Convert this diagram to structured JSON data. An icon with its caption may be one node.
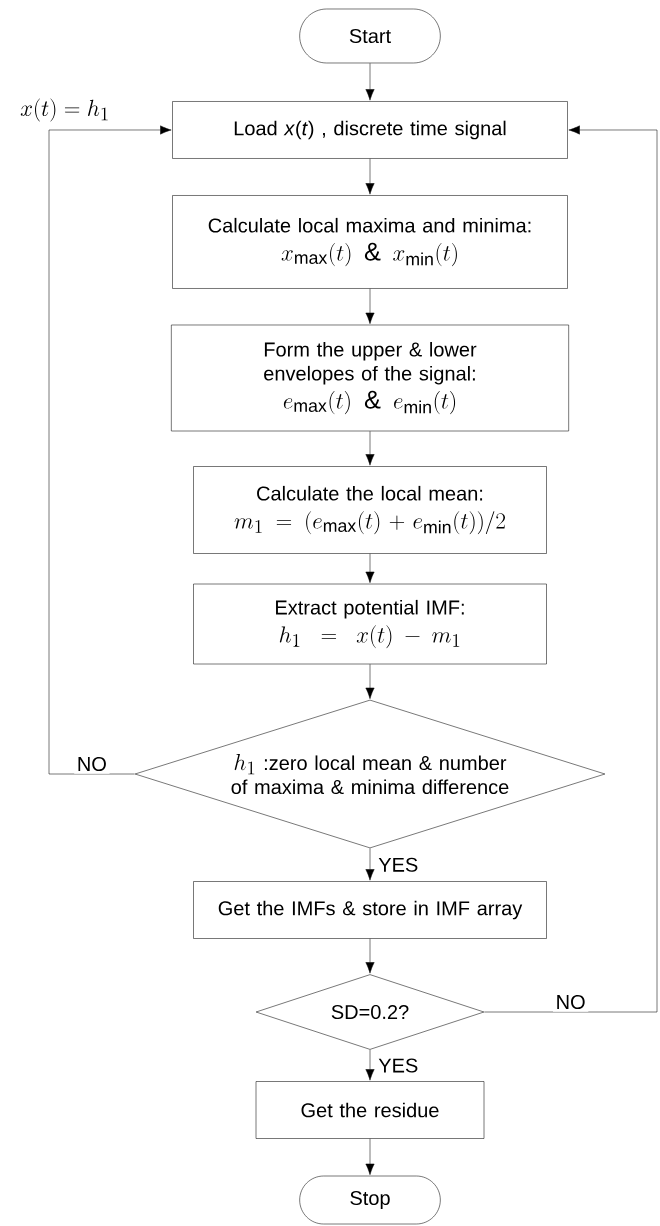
{
  "diagram": {
    "nodes": [
      {
        "text": [
          "Start"
        ]
      },
      {
        "text": [
          "Load *x*(*t*) , discrete time signal"
        ]
      },
      {
        "text": [
          "Calculate local maxima and minima:",
          "x_{\\max}(t) \\mathbin{\\&} x_{\\min}(t)"
        ]
      },
      {
        "text": [
          "Form the upper & lower envelopes of the signal:",
          "e_{\\max}(t) \\mathbin{\\&} e_{\\min}(t)"
        ]
      },
      {
        "text": [
          "Calculate the local mean:",
          "m_1 = (e_{\\max}(t) + e_{\\min}(t))/2"
        ]
      },
      {
        "text": [
          "Extract potential IMF:",
          "h_1 = x(t) - m_1"
        ]
      },
      {
        "text": [
          "h_1",
          ":zero local mean & number of maxima & minima difference"
        ]
      },
      {
        "text": [
          "Get the IMFs & store in IMF array"
        ]
      },
      {
        "text": [
          "SD=0.2?"
        ]
      },
      {
        "text": [
          "Get the residue"
        ]
      },
      {
        "text": [
          "Stop"
        ]
      }
    ],
    "edges": [
      {
        "from": 0,
        "to": 1,
        "arrow": "to"
      },
      {
        "from": 1,
        "to": 2,
        "arrow": "to"
      },
      {
        "from": 2,
        "to": 3,
        "arrow": "to"
      },
      {
        "from": 3,
        "to": 4,
        "arrow": "to"
      },
      {
        "from": 4,
        "to": 5,
        "arrow": "to"
      },
      {
        "from": 5,
        "to": 6,
        "arrow": "to"
      },
      {
        "from": 6,
        "to": 7,
        "arrow": "to",
        "label": "YES"
      },
      {
        "from": 7,
        "to": 8,
        "arrow": "to"
      },
      {
        "from": 8,
        "to": 9,
        "arrow": "to",
        "label": "YES"
      },
      {
        "from": 9,
        "to": 10,
        "arrow": "to"
      },
      {
        "from": 6,
        "to": 1,
        "arrow": "to",
        "label": "NO"
      },
      {
        "from": 8,
        "to": 1,
        "arrow": "to",
        "label": "NO"
      }
    ],
    "labels": [
      "x(t) = h_1"
    ]
  }
}
